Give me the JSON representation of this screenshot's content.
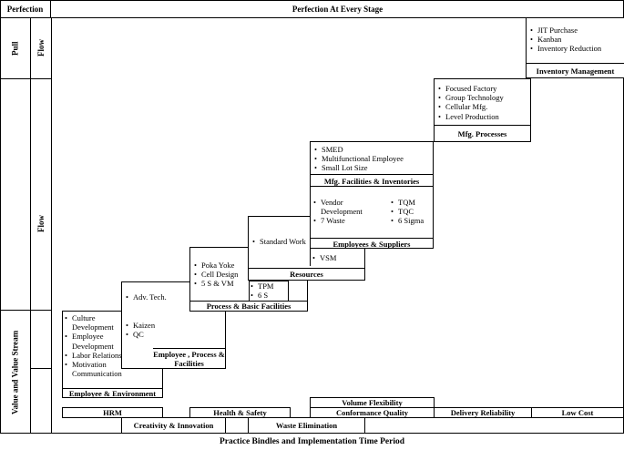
{
  "header": {
    "perfection_label": "Perfection",
    "main_title": "Perfection At  Every  Stage"
  },
  "side": {
    "pull": "Pull",
    "flow_top": "Flow",
    "flow_mid": "Flow",
    "value_stream": "Value and Value Stream"
  },
  "stages": {
    "employee_environment": {
      "title": "Employee & Environment",
      "items": [
        "Culture Development",
        "Employee Development",
        "Labor Relations",
        "Motivation Communication"
      ]
    },
    "employee_process": {
      "title": "Employee , Process & Facilities",
      "col1": [
        "Adv. Tech."
      ],
      "col2": [
        "Kaizen",
        "QC"
      ]
    },
    "process_basic": {
      "title": "Process & Basic Facilities",
      "items": [
        "Poka Yoke",
        "Cell Design",
        "5 S & VM"
      ],
      "sub": [
        "TPM",
        "6 S"
      ]
    },
    "resources": {
      "title": "Resources",
      "items": [
        "Standard Work"
      ],
      "sub": [
        "VSM"
      ]
    },
    "employees_suppliers": {
      "title": "Employees & Suppliers",
      "col1": [
        "Vendor Development",
        "7 Waste"
      ],
      "col2": [
        "TQM",
        "TQC",
        "6 Sigma"
      ]
    },
    "mfg_facilities": {
      "title": "Mfg. Facilities & Inventories",
      "items": [
        "SMED",
        "Multifunctional Employee",
        "Small Lot Size"
      ]
    },
    "mfg_processes": {
      "title": "Mfg. Processes",
      "items": [
        "Focused Factory",
        "Group Technology",
        "Cellular Mfg.",
        "Level Production"
      ]
    },
    "inventory_management": {
      "title": "Inventory Management",
      "items": [
        "JIT Purchase",
        "Kanban",
        "Inventory Reduction"
      ]
    }
  },
  "outcomes": {
    "volume_flexibility": "Volume Flexibility",
    "hrm": "HRM",
    "health_safety": "Health & Safety",
    "conformance_quality": "Conformance Quality",
    "delivery_reliability": "Delivery Reliability",
    "low_cost": "Low Cost",
    "creativity_innovation": "Creativity & Innovation",
    "waste_elimination": "Waste Elimination"
  },
  "footer": "Practice Bindles and Implementation Time Period"
}
